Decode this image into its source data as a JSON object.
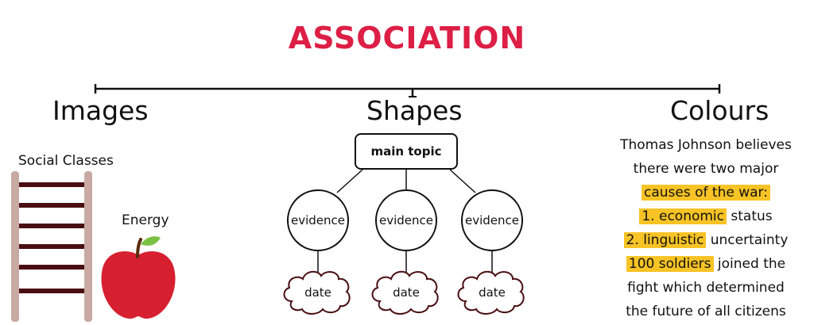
{
  "title": "ASSOCIATION",
  "headings": {
    "images": "Images",
    "shapes": "Shapes",
    "colours": "Colours"
  },
  "images": {
    "ladder_label": "Social Classes",
    "apple_label": "Energy"
  },
  "shapes": {
    "main_topic": "main topic",
    "evidence": [
      "evidence",
      "evidence",
      "evidence"
    ],
    "dates": [
      "date",
      "date",
      "date"
    ]
  },
  "colours": {
    "line1": "Thomas Johnson believes",
    "line2": "there were two major",
    "line3_hl": "causes of the war:",
    "line4_hl": "1. economic",
    "line4_rest": " status",
    "line5_hl": "2. linguistic",
    "line5_rest": " uncertainty",
    "line6_hl": "100 soldiers",
    "line6_rest": " joined the",
    "line7": "fight which determined",
    "line8": "the future of all citizens"
  },
  "colors": {
    "title": "#dd1f45",
    "highlight": "#f7c325",
    "ladder_rail": "#c8aaa3",
    "ladder_rung": "#4a0e12",
    "apple": "#d6202f",
    "leaf": "#7ac143",
    "stem": "#5a2d0c"
  }
}
